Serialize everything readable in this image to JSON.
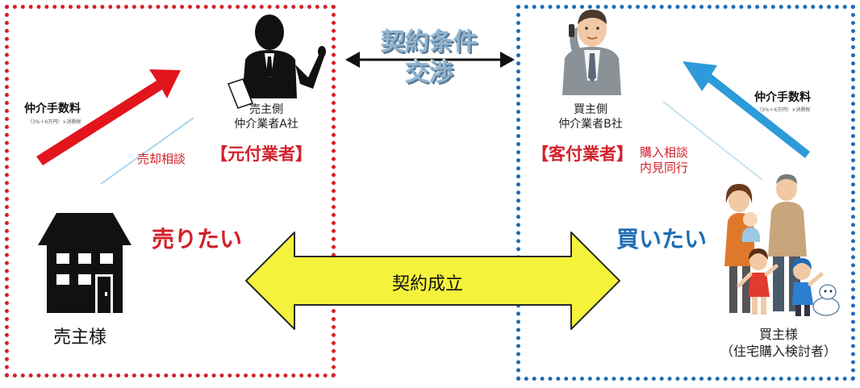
{
  "negotiation": {
    "line1": "契約条件",
    "line2": "交渉"
  },
  "contract": {
    "label": "契約成立"
  },
  "seller_agent": {
    "role_line1": "売主側",
    "role_line2": "仲介業者A社",
    "bracket": "【元付業者】",
    "consult": "売却相談",
    "fee_label": "仲介手数料",
    "fee_note": "（3%＋6万円）×消費税"
  },
  "buyer_agent": {
    "role_line1": "買主側",
    "role_line2": "仲介業者B社",
    "bracket": "【客付業者】",
    "consult_line1": "購入相談",
    "consult_line2": "内見同行",
    "fee_label": "仲介手数料",
    "fee_note": "（3%＋6万円）×消費税"
  },
  "seller": {
    "want": "売りたい",
    "name": "売主様"
  },
  "buyer": {
    "want": "買いたい",
    "name": "買主様",
    "sub": "（住宅購入検討者）"
  },
  "colors": {
    "seller_red": "#d3212b",
    "buyer_blue": "#1d6cb5",
    "contract_yellow": "#f5f23c",
    "fee_arrow_blue": "#2d9ad9"
  }
}
